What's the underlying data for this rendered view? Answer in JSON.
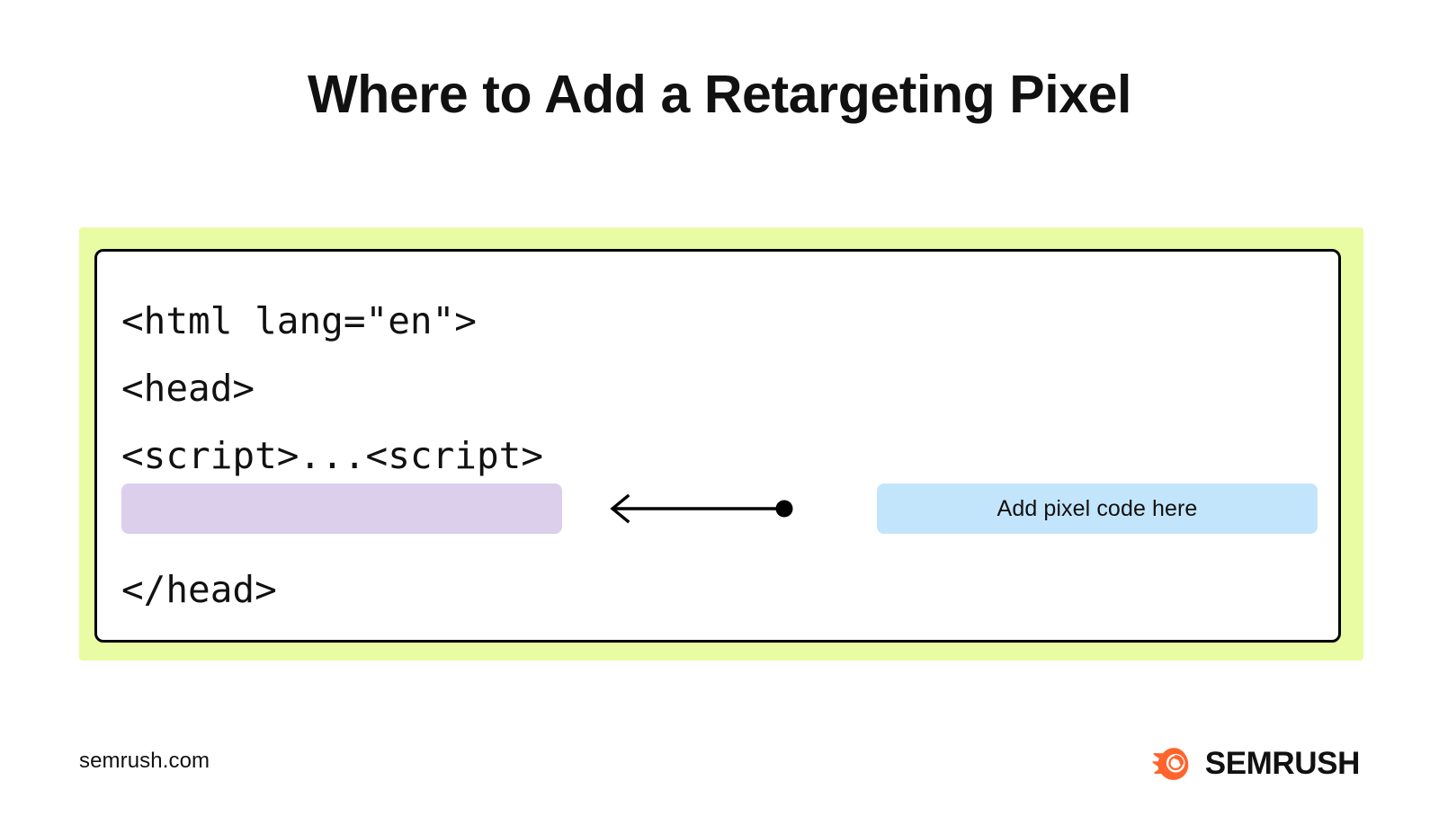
{
  "page": {
    "title": "Where to Add a Retargeting Pixel",
    "background_color": "#FFFFFF"
  },
  "diagram": {
    "panel_color": "#E9FCA3",
    "card_border_color": "#000000",
    "card_background": "#FFFFFF",
    "code_lines": [
      {
        "text": "<html lang=\"en\">"
      },
      {
        "text": "<head>"
      },
      {
        "text": "<script>...<script>"
      },
      {
        "text": "</head>"
      }
    ],
    "placeholder": {
      "name": "pixel-code-placeholder",
      "color": "#DBCFEC",
      "text": ""
    },
    "arrow": {
      "direction": "left",
      "color": "#000000",
      "has_end_dot": true
    },
    "callout": {
      "label": "Add pixel code here",
      "color": "#C3E5FB",
      "text_color": "#111111"
    }
  },
  "footer": {
    "domain": "semrush.com",
    "logo_text": "SEMRUSH",
    "logo_mark_color": "#FF642D",
    "logo_mark_icon": "semrush-comet-icon"
  }
}
